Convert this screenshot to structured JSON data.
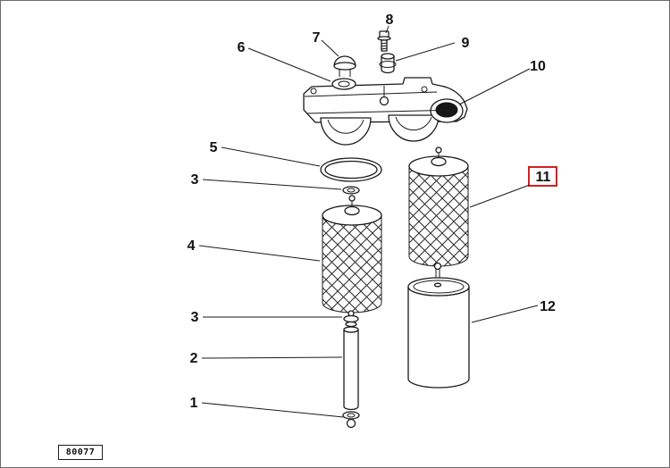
{
  "diagram": {
    "part_code": "80077",
    "colors": {
      "line": "#1a1a1a",
      "background": "#ffffff",
      "highlight": "#d22020"
    },
    "callouts": [
      {
        "label": "1",
        "highlighted": false
      },
      {
        "label": "2",
        "highlighted": false
      },
      {
        "label": "3",
        "highlighted": false
      },
      {
        "label": "3",
        "highlighted": false
      },
      {
        "label": "4",
        "highlighted": false
      },
      {
        "label": "5",
        "highlighted": false
      },
      {
        "label": "6",
        "highlighted": false
      },
      {
        "label": "7",
        "highlighted": false
      },
      {
        "label": "8",
        "highlighted": false
      },
      {
        "label": "9",
        "highlighted": false
      },
      {
        "label": "10",
        "highlighted": false
      },
      {
        "label": "11",
        "highlighted": true
      },
      {
        "label": "12",
        "highlighted": false
      }
    ]
  }
}
